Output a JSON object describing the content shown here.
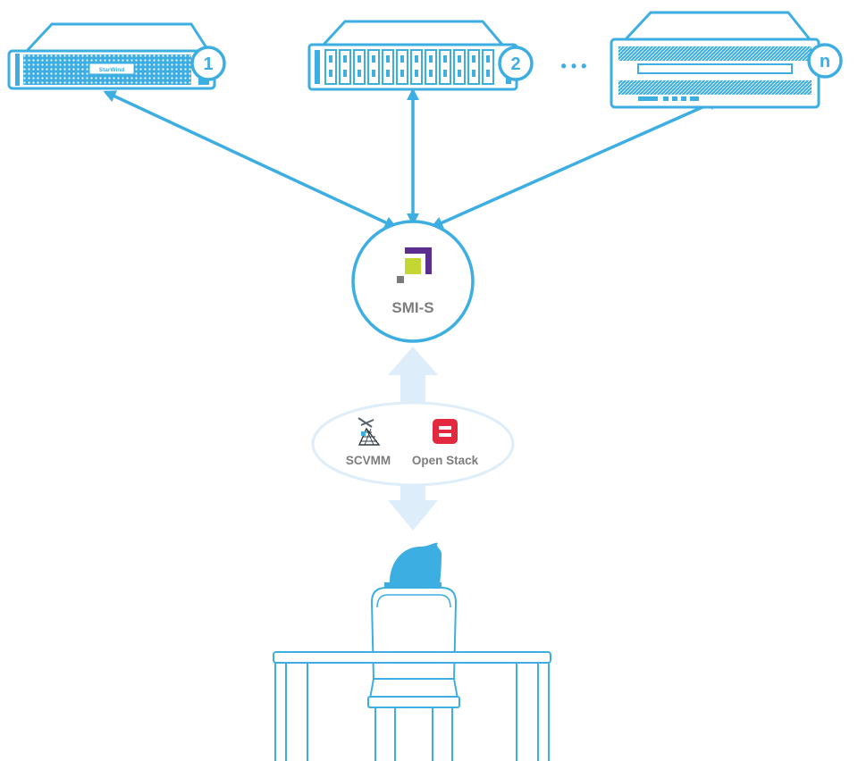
{
  "diagram": {
    "servers": [
      {
        "badge": "1",
        "brand": "StarWind"
      },
      {
        "badge": "2"
      },
      {
        "badge": "n"
      }
    ],
    "ellipsis": "• • •",
    "hub_label": "SMI-S",
    "tools": [
      {
        "name": "SCVMM",
        "icon": "scvmm-icon"
      },
      {
        "name": "Open Stack",
        "icon": "openstack-icon"
      }
    ],
    "colors": {
      "primary": "#3daee2",
      "light_arrow": "#ddeefa",
      "label_gray": "#7d7d7d",
      "openstack_red": "#e2293f",
      "smis_purple": "#5b2d8e",
      "smis_green": "#c4d633"
    }
  }
}
